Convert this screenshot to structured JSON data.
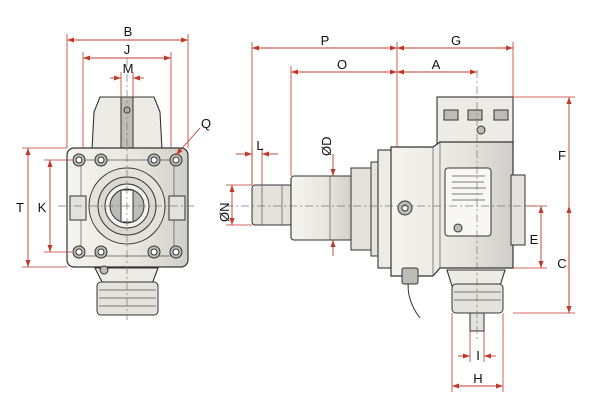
{
  "diagram": {
    "dimension_labels": {
      "B": "B",
      "J": "J",
      "M": "M",
      "Q": "Q",
      "T": "T",
      "K": "K",
      "P": "P",
      "G": "G",
      "O": "O",
      "A": "A",
      "L": "L",
      "D": "ØD",
      "N": "ØN",
      "F": "F",
      "E": "E",
      "C": "C",
      "I": "I",
      "H": "H"
    },
    "colors": {
      "dimension": "#c0392b",
      "body_fill": "#ecebe6",
      "outline": "#333333"
    },
    "views": [
      "front-view",
      "side-view"
    ]
  }
}
